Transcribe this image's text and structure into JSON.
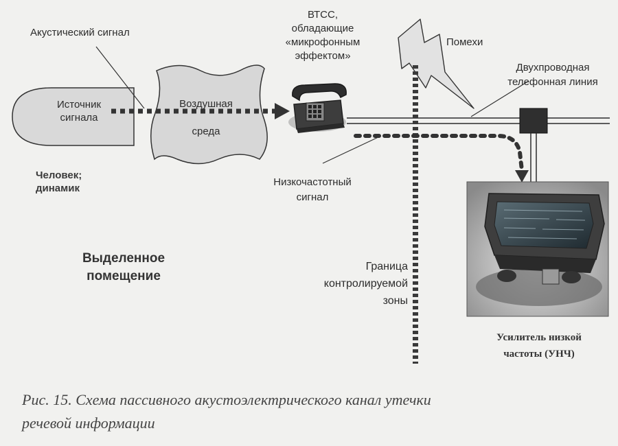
{
  "labels": {
    "acoustic_signal": "Акустический сигнал",
    "source_line1": "Источник",
    "source_line2": "сигнала",
    "air_line1": "Воздушная",
    "air_line2": "среда",
    "person_line1": "Человек;",
    "person_line2": "динамик",
    "btss_line1": "ВТСС,",
    "btss_line2": "обладающие",
    "btss_line3": "«микрофонным",
    "btss_line4": "эффектом»",
    "interference": "Помехи",
    "line_line1": "Двухпроводная",
    "line_line2": "телефонная линия",
    "lf_line1": "Низкочастотный",
    "lf_line2": "сигнал",
    "room_line1": "Выделенное",
    "room_line2": "помещение",
    "border_line1": "Граница",
    "border_line2": "контролируемой",
    "border_line3": "зоны",
    "amp_line1": "Усилитель низкой",
    "amp_line2": "частоты (УНЧ)"
  },
  "caption": {
    "line1": "Рис. 15. Схема пассивного акустоэлектрического канал утечки",
    "line2": "речевой информации"
  },
  "colors": {
    "background": "#f1f1ef",
    "line": "#2b2b2b",
    "dots": "#3a3a3a",
    "device_body": "#4a4a4a",
    "screen": "#2f3f48"
  },
  "icons": {
    "phone": "telephone-icon",
    "lightning": "lightning-icon",
    "amplifier": "amplifier-device-icon",
    "junction": "junction-box-icon"
  }
}
